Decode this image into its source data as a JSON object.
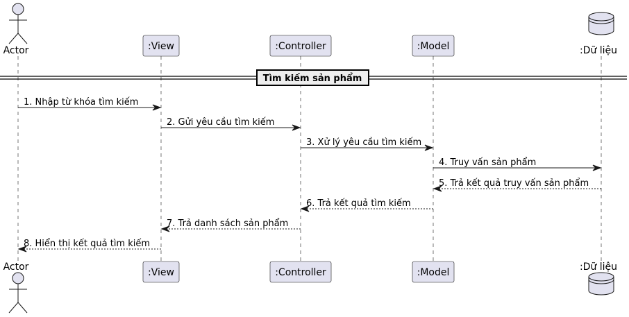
{
  "diagram": {
    "participants": [
      {
        "id": "actor",
        "label": "Actor",
        "kind": "actor"
      },
      {
        "id": "view",
        "label": ":View",
        "kind": "box"
      },
      {
        "id": "controller",
        "label": ":Controller",
        "kind": "box"
      },
      {
        "id": "model",
        "label": ":Model",
        "kind": "box"
      },
      {
        "id": "db",
        "label": ":Dữ liệu",
        "kind": "database"
      }
    ],
    "separator": {
      "label": "Tìm kiếm sản phẩm"
    },
    "messages": [
      {
        "label": "1. Nhập từ khóa tìm kiếm",
        "from": "actor",
        "to": "view",
        "style": "solid"
      },
      {
        "label": "2. Gửi yêu cầu tìm kiếm",
        "from": "view",
        "to": "controller",
        "style": "solid"
      },
      {
        "label": "3. Xử lý yêu cầu tìm kiếm",
        "from": "controller",
        "to": "model",
        "style": "solid"
      },
      {
        "label": "4. Truy vấn sản phẩm",
        "from": "model",
        "to": "db",
        "style": "solid"
      },
      {
        "label": "5. Trả kết quả truy vấn sản phẩm",
        "from": "db",
        "to": "model",
        "style": "dashed"
      },
      {
        "label": "6. Trả kết quả tìm kiếm",
        "from": "model",
        "to": "controller",
        "style": "dashed"
      },
      {
        "label": "7. Trả danh sách sản phẩm",
        "from": "controller",
        "to": "view",
        "style": "dashed"
      },
      {
        "label": "8. Hiển thị kết quả tìm kiếm",
        "from": "view",
        "to": "actor",
        "style": "dashed"
      }
    ],
    "colors": {
      "participant_fill": "#E2E2F0",
      "stroke": "#181818",
      "separator_fill": "#EEEEEE"
    }
  }
}
